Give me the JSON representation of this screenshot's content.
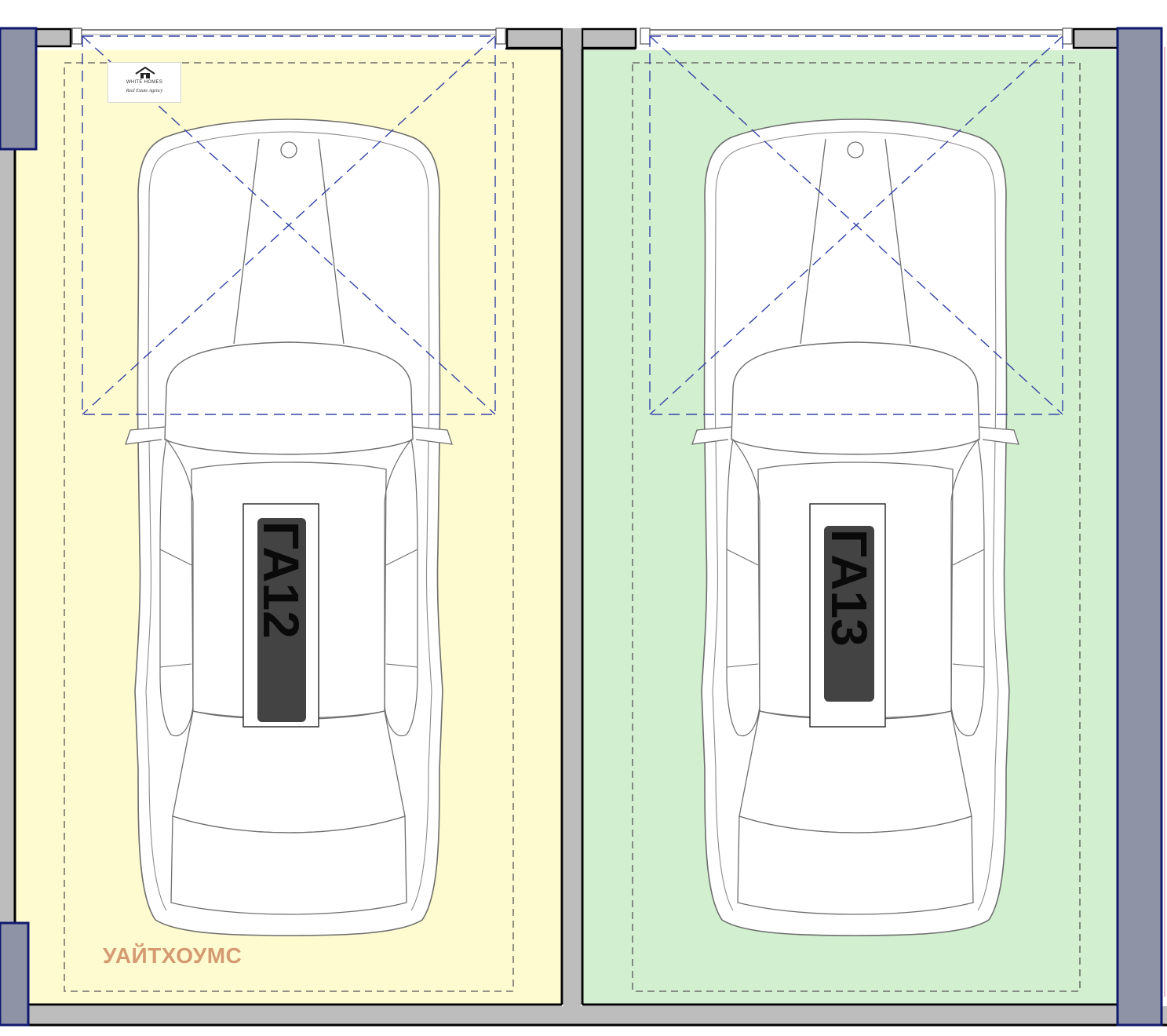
{
  "agency": {
    "logo_name": "WHITE HOMES",
    "logo_subtitle": "Real Estate Agency",
    "watermark": "УАЙТХОУМС"
  },
  "spaces": [
    {
      "id": "left",
      "plate": "ГА12",
      "fill": "#fffbd0"
    },
    {
      "id": "right",
      "plate": "ГА13",
      "fill": "#d2efd0"
    }
  ],
  "colors": {
    "wall": "#000000",
    "wall_band": "#bdbdbd",
    "column": "#8e93a6",
    "column_border": "#10196f",
    "door_swing": "#3343a6",
    "boundary_dash": "#555555",
    "car_outline": "#6e6e6e",
    "plate_smudge": "#1a1a1a"
  }
}
